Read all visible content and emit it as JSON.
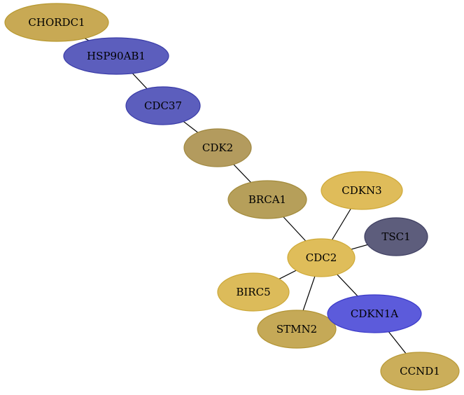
{
  "nodes": [
    {
      "id": "CHORDC1",
      "label": "CHORDC1",
      "fill": "#c8a954",
      "stroke": "#b8992f"
    },
    {
      "id": "HSP90AB1",
      "label": "HSP90AB1",
      "fill": "#5c5ebd",
      "stroke": "#3a3ca8"
    },
    {
      "id": "CDC37",
      "label": "CDC37",
      "fill": "#5c5ebd",
      "stroke": "#3a3ca8"
    },
    {
      "id": "CDK2",
      "label": "CDK2",
      "fill": "#b39b5e",
      "stroke": "#a08840"
    },
    {
      "id": "BRCA1",
      "label": "BRCA1",
      "fill": "#b69f5a",
      "stroke": "#a38b3c"
    },
    {
      "id": "CDKN3",
      "label": "CDKN3",
      "fill": "#dfbc5a",
      "stroke": "#cfa938"
    },
    {
      "id": "TSC1",
      "label": "TSC1",
      "fill": "#5d5d7c",
      "stroke": "#3f3f62"
    },
    {
      "id": "CDC2",
      "label": "CDC2",
      "fill": "#dfbd5a",
      "stroke": "#cfaa38"
    },
    {
      "id": "BIRC5",
      "label": "BIRC5",
      "fill": "#dcbb5a",
      "stroke": "#cca838"
    },
    {
      "id": "STMN2",
      "label": "STMN2",
      "fill": "#c5a957",
      "stroke": "#b39535"
    },
    {
      "id": "CDKN1A",
      "label": "CDKN1A",
      "fill": "#5c5bdb",
      "stroke": "#3a39c8"
    },
    {
      "id": "CCND1",
      "label": "CCND1",
      "fill": "#cbae5a",
      "stroke": "#b99a38"
    }
  ],
  "edges": [
    [
      "CHORDC1",
      "HSP90AB1"
    ],
    [
      "HSP90AB1",
      "CDC37"
    ],
    [
      "CDC37",
      "CDK2"
    ],
    [
      "CDK2",
      "BRCA1"
    ],
    [
      "BRCA1",
      "CDC2"
    ],
    [
      "CDKN3",
      "CDC2"
    ],
    [
      "TSC1",
      "CDC2"
    ],
    [
      "CDC2",
      "BIRC5"
    ],
    [
      "CDC2",
      "STMN2"
    ],
    [
      "CDC2",
      "CDKN1A"
    ],
    [
      "CDKN1A",
      "CCND1"
    ]
  ]
}
